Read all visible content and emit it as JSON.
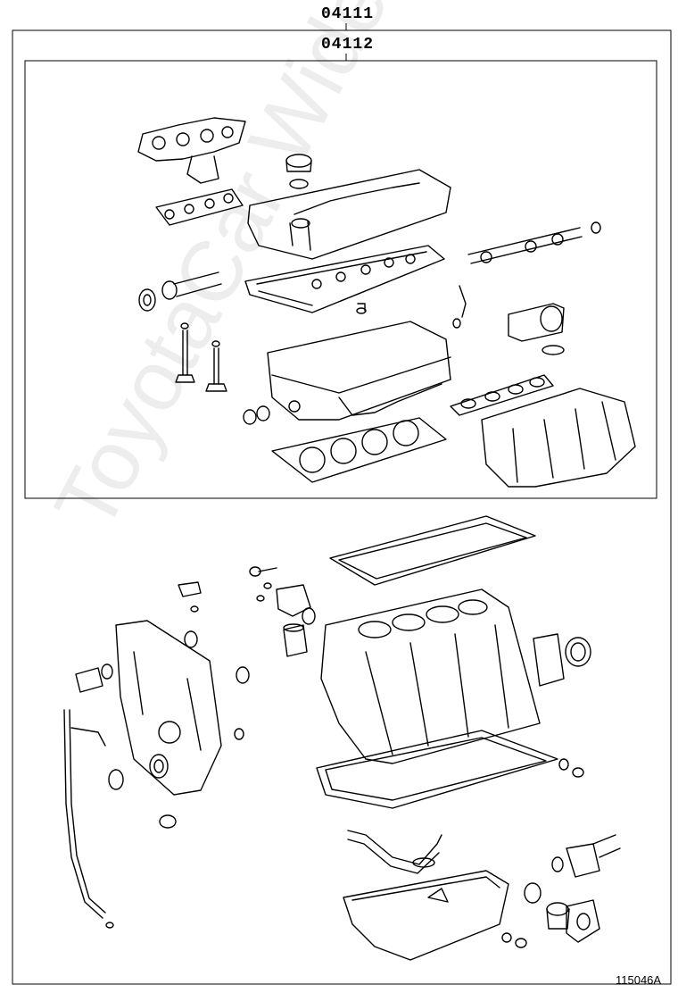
{
  "diagram": {
    "outer_part_number": "04111",
    "inner_part_number": "04112",
    "reference_code": "115046A",
    "watermark_text": "ToyotaCar Wide.ru"
  }
}
